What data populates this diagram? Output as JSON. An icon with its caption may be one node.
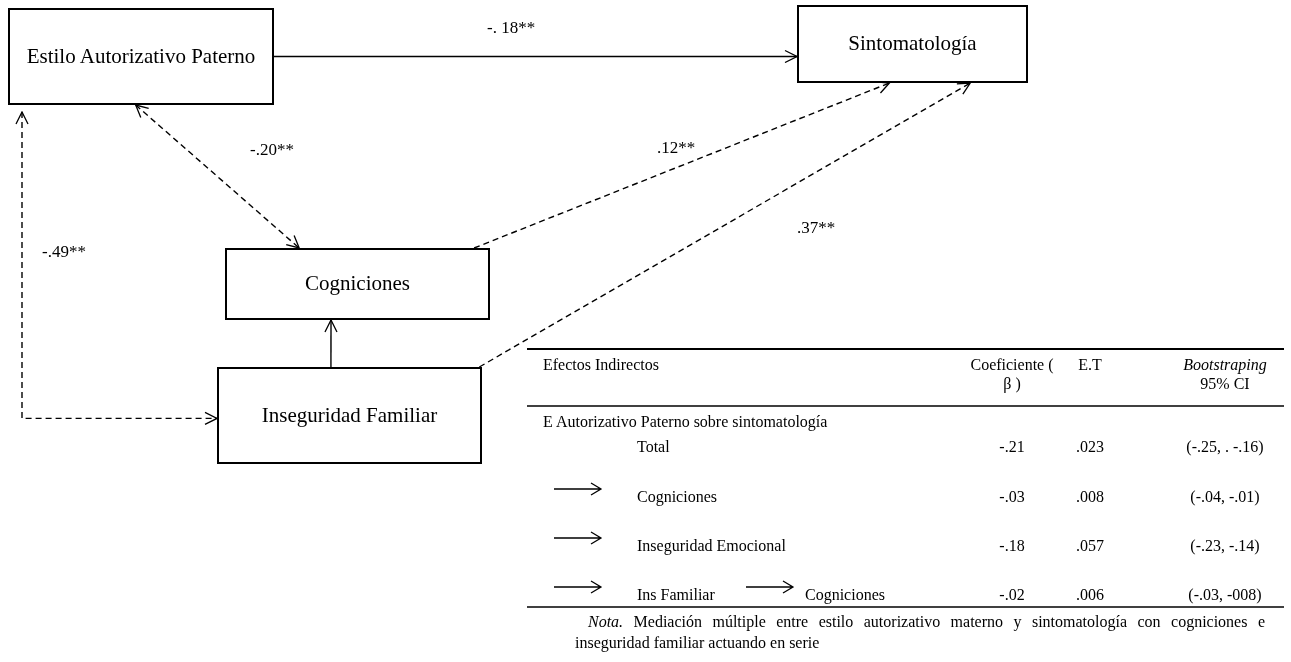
{
  "diagram": {
    "caption": "*Nota.* Mediación múltiple entre estilo autorizativo materno y sintomatología con cogniciones e inseguridad familiar actuando en serie",
    "nodes": [
      {
        "text": [
          "Estilo Autorizativo Paterno"
        ]
      },
      {
        "text": [
          "Sintomatología"
        ]
      },
      {
        "text": [
          "Cogniciones"
        ]
      },
      {
        "text": [
          "Inseguridad Familiar"
        ]
      }
    ],
    "edges": [
      {
        "from": 0,
        "to": 1,
        "arrow": "to",
        "label": "-. 18**"
      },
      {
        "from": 2,
        "to": 1,
        "arrow": "to",
        "label": ".12**",
        "style": "dashed"
      },
      {
        "from": 3,
        "to": 1,
        "arrow": "to",
        "label": ".37**",
        "style": "dashed"
      },
      {
        "from": 0,
        "to": 2,
        "arrow": "both",
        "label": "-.20**",
        "style": "dashed"
      },
      {
        "from": 0,
        "to": 3,
        "arrow": "both",
        "label": "-.49**",
        "style": "dashed"
      },
      {
        "from": 3,
        "to": 2,
        "arrow": "to"
      }
    ],
    "labels": [
      "Efectos Indirectos",
      "Coeficiente ( β )",
      "E.T",
      "*Bootstraping* 95% CI",
      "E Autorizativo Paterno sobre sintomatología",
      "Total",
      "-.21",
      ".023",
      "(-.25, . -.16)",
      "Cogniciones",
      "-.03",
      ".008",
      "(-.04, -.01)",
      "Inseguridad Emocional",
      "-.18",
      ".057",
      "(-.23, -.14)",
      "Ins Familiar",
      "Cogniciones",
      "-.02",
      ".006",
      "(-.03, -008)"
    ]
  }
}
